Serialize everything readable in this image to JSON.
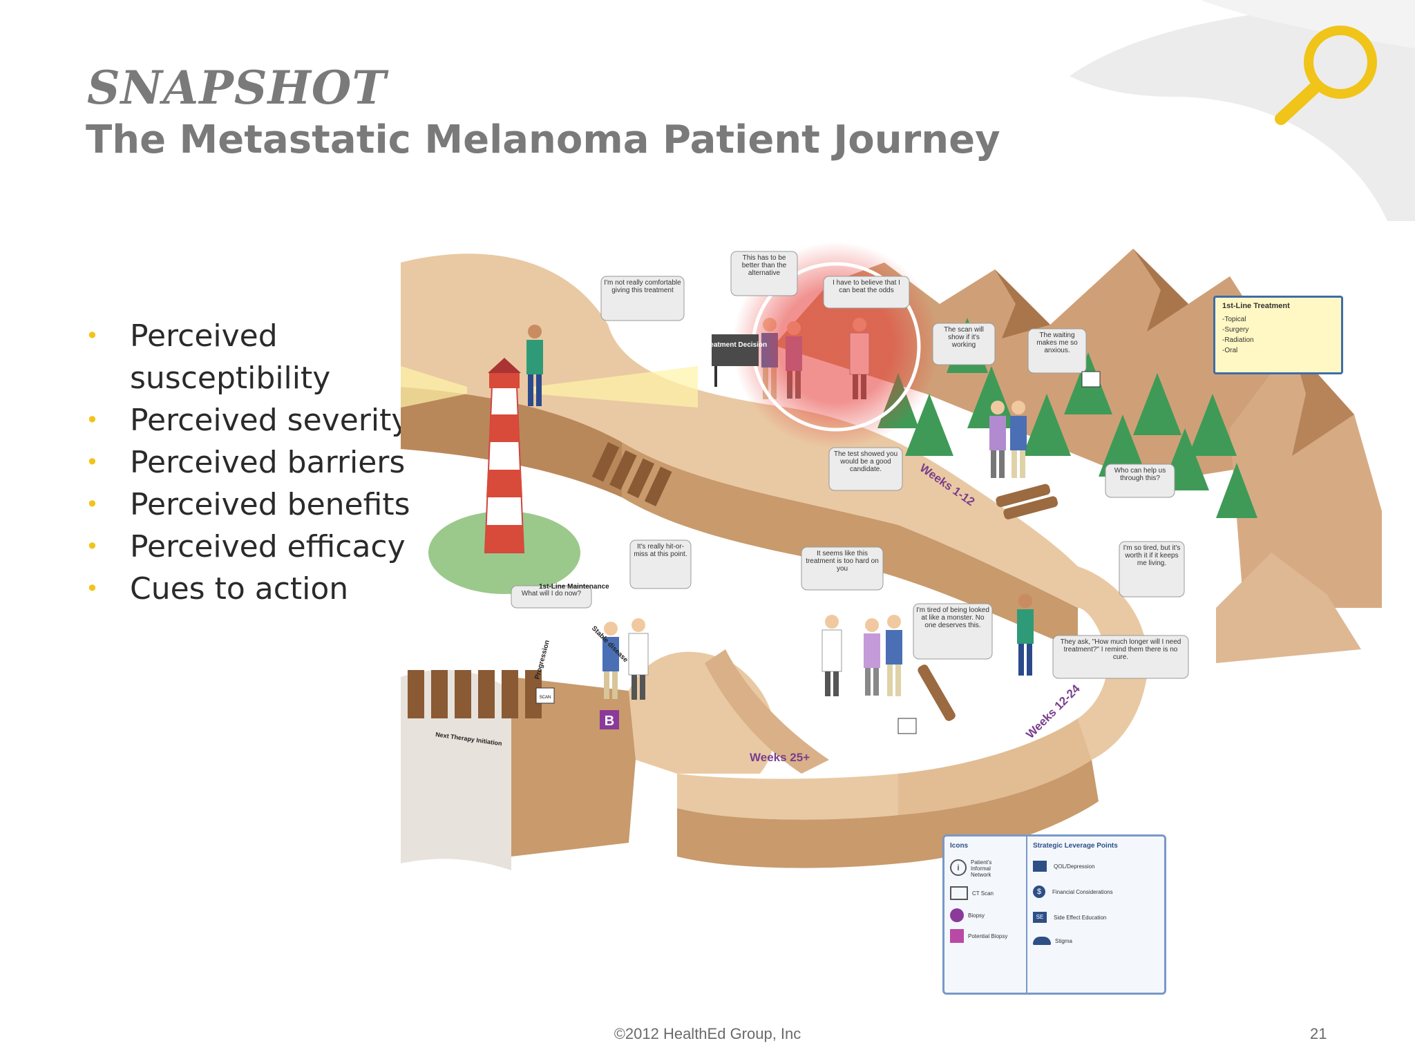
{
  "slide": {
    "title": "SNAPSHOT",
    "subtitle": "The Metastatic Melanoma Patient Journey",
    "bullets": [
      "Perceived susceptibility",
      "Perceived severity",
      "Perceived barriers",
      "Perceived benefits",
      "Perceived efficacy",
      "Cues to action"
    ],
    "footer": "©2012 HealthEd Group, Inc",
    "page_number": "21",
    "accent_color": "#f0c419",
    "highlight_color": "#e53935"
  },
  "illustration": {
    "bubbles": {
      "not_comfortable": "I'm not really comfortable giving this treatment",
      "better_than": "This has to be better than the alternative",
      "have_to_believe": "I have to believe that I can beat the odds",
      "scan_will_show": "The scan will show if it's working",
      "waiting": "The waiting makes me so anxious.",
      "test_showed": "The test showed you would be a good candidate.",
      "who_can_help": "Who can help us through this?",
      "so_tired": "I'm so tired, but it's worth it if it keeps me living.",
      "hit_or_miss": "It's really hit-or-miss at this point.",
      "too_hard": "It seems like this treatment is too hard on you",
      "what_will_i_do": "What will I do now?",
      "tired_of_being": "I'm tired of being looked at like a monster. No one deserves this.",
      "how_much_longer": "They ask, \"How much longer will I need treatment?\" I remind them there is no cure."
    },
    "labels": {
      "treatment_decision": "Treatment Decision",
      "weeks_1_12": "Weeks 1-12",
      "weeks_12_24": "Weeks 12-24",
      "weeks_25": "Weeks 25+",
      "maintenance": "1st-Line Maintenance",
      "stable_disease": "Stable disease",
      "progression": "Progression",
      "next_therapy": "Next Therapy Initiation",
      "scan": "SCAN",
      "biopsy_letter": "B"
    },
    "treatment_box": {
      "title": "1st-Line Treatment",
      "items": [
        "-Topical",
        "-Surgery",
        "-Radiation",
        "-Oral"
      ]
    },
    "legend": {
      "icons_header": "Icons",
      "leverage_header": "Strategic Leverage Points",
      "icons": [
        "Patient's Informal Network",
        "CT Scan",
        "Biopsy",
        "Potential Biopsy"
      ],
      "leverage": [
        "QOL/Depression",
        "Financial Considerations",
        "Side Effect Education",
        "Stigma"
      ]
    }
  }
}
